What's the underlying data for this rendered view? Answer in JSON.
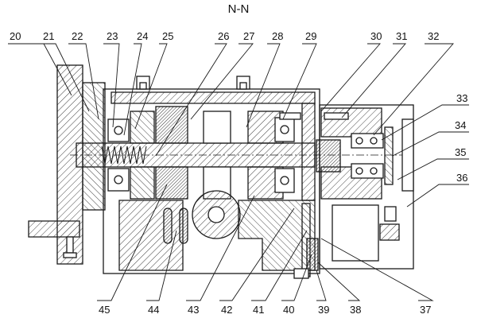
{
  "section_title": "N-N",
  "top_labels": [
    "20",
    "21",
    "22",
    "23",
    "24",
    "25",
    "26",
    "27",
    "28",
    "29",
    "30",
    "31",
    "32"
  ],
  "right_labels": [
    "33",
    "34",
    "35",
    "36"
  ],
  "bottom_labels": [
    "45",
    "44",
    "43",
    "42",
    "41",
    "40",
    "39",
    "38",
    "37"
  ],
  "colors": {
    "line": "#1a1a1a",
    "hatch": "#555555",
    "background": "#ffffff"
  }
}
